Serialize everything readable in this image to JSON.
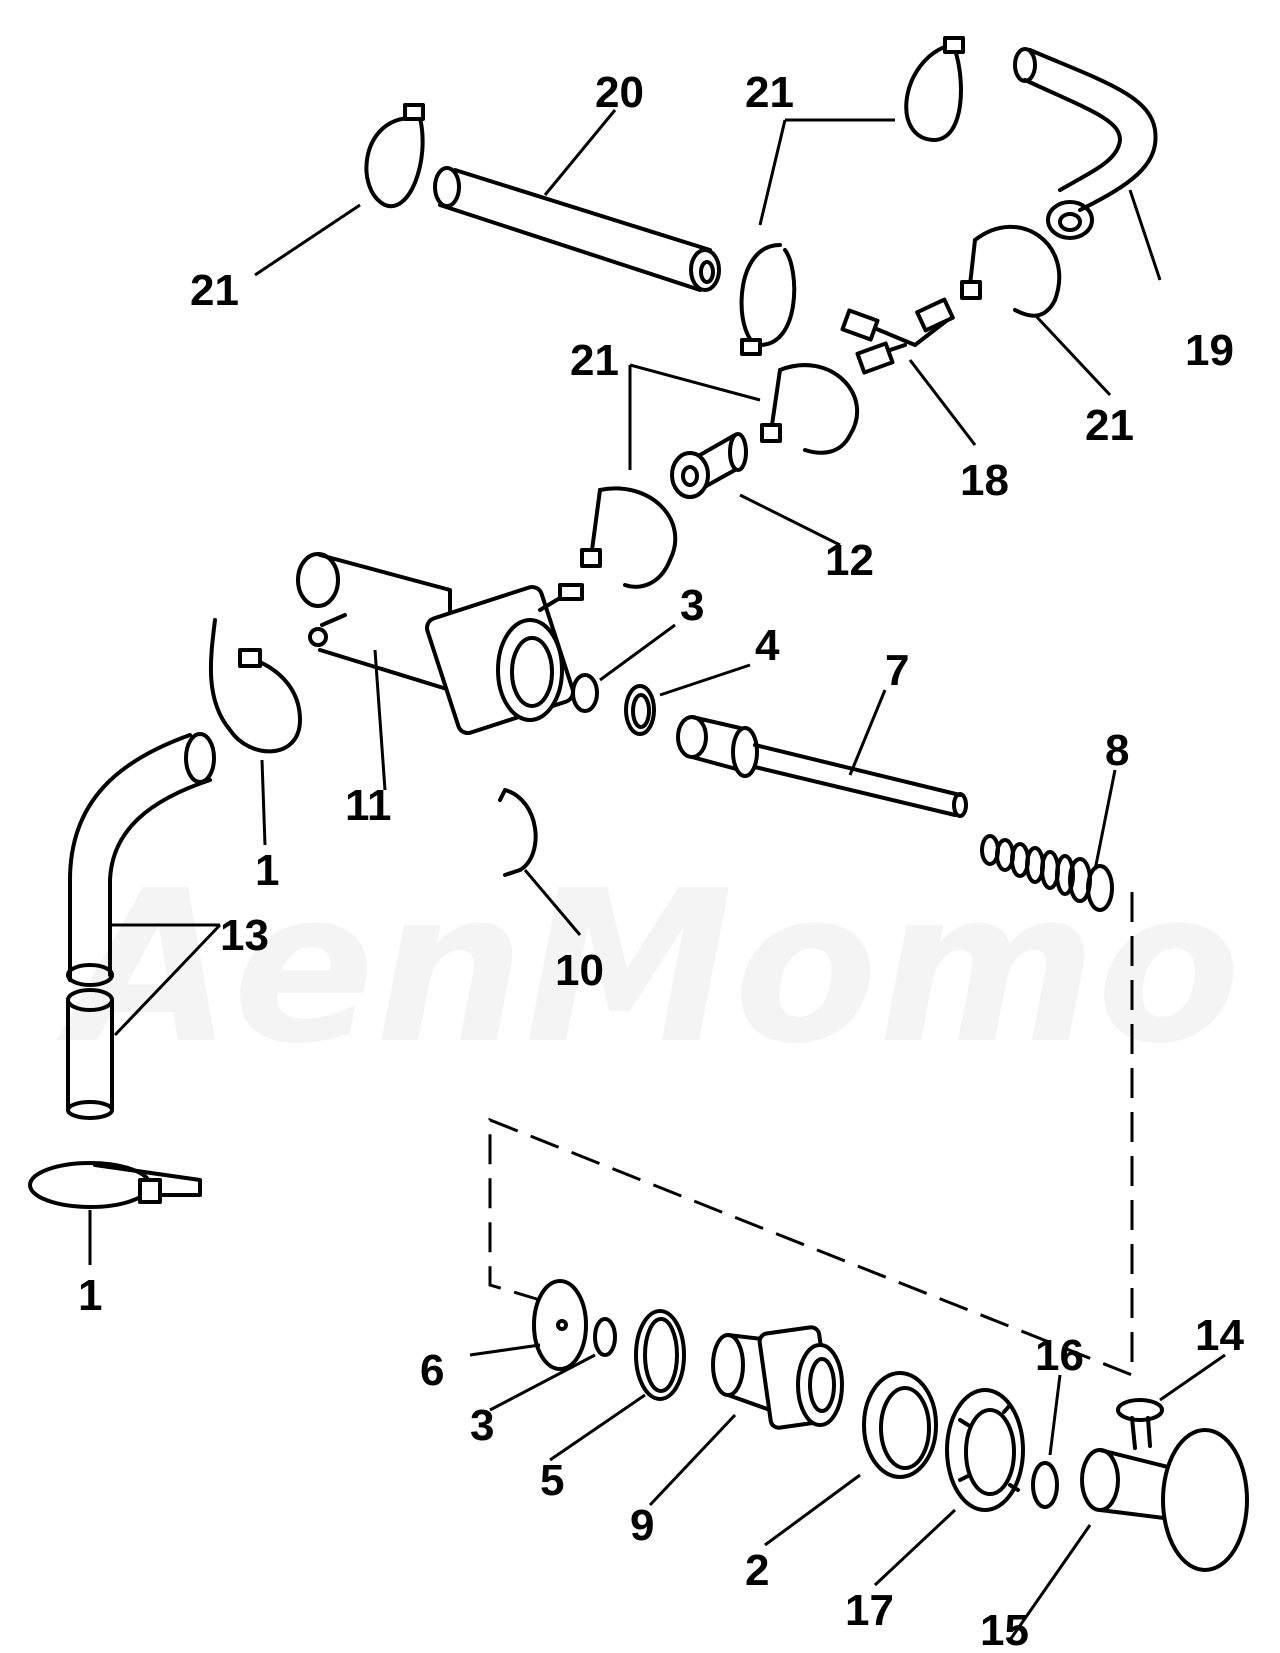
{
  "watermark": "AenMomo",
  "callouts": {
    "c20": "20",
    "c21a": "21",
    "c21b": "21",
    "c21c": "21",
    "c21d": "21",
    "c19": "19",
    "c18": "18",
    "c12": "12",
    "c11": "11",
    "c3a": "3",
    "c4": "4",
    "c7": "7",
    "c8": "8",
    "c1a": "1",
    "c13": "13",
    "c10": "10",
    "c1b": "1",
    "c6": "6",
    "c3b": "3",
    "c5": "5",
    "c9": "9",
    "c2": "2",
    "c17": "17",
    "c16": "16",
    "c14": "14",
    "c15": "15"
  }
}
